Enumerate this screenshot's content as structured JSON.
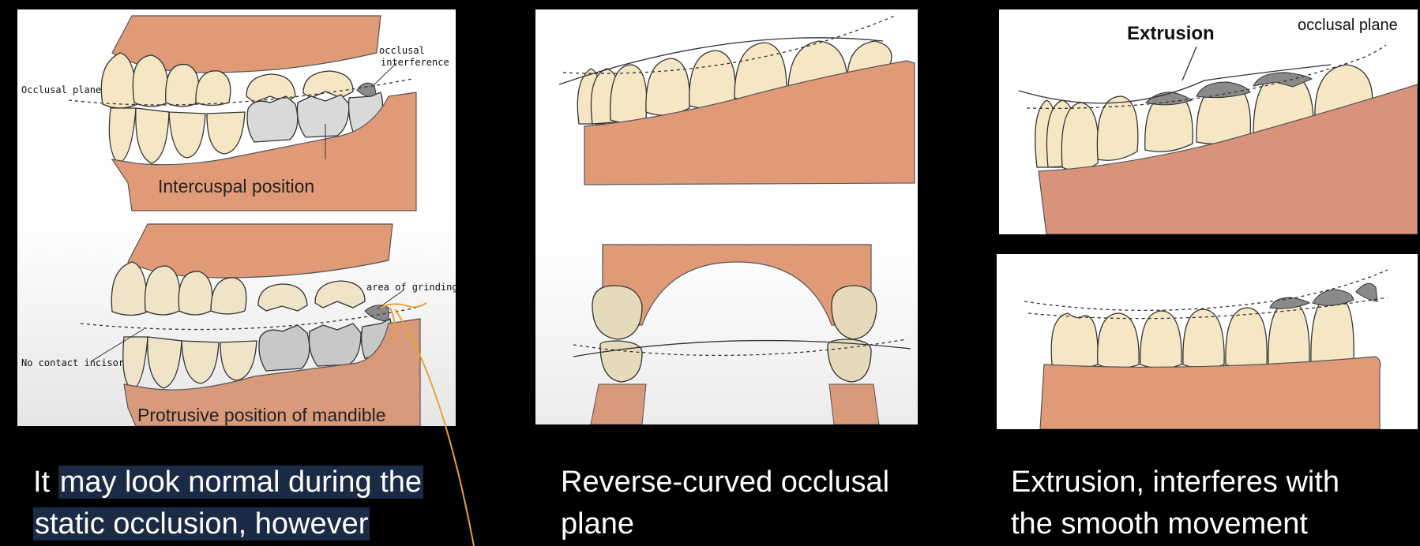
{
  "panel1": {
    "occlusal_plane": "Occlusal plane",
    "occlusal_interference_line1": "occlusal",
    "occlusal_interference_line2": "interference",
    "intercuspal_position": "Intercuspal position",
    "area_of_grinding": "area of grinding",
    "no_contact_incisor": "No contact incisor",
    "protrusive_position": "Protrusive position of mandible"
  },
  "panel3": {
    "extrusion": "Extrusion",
    "occlusal_plane": "occlusal plane"
  },
  "captions": {
    "left_plain": "It ",
    "left_highlight_1": "may look normal during the",
    "left_highlight_2": "static occlusion, however",
    "middle_line1": "Reverse-curved occlusal",
    "middle_line2": "plane",
    "right_line1": "Extrusion, interferes with",
    "right_line2": "the smooth movement"
  },
  "colors": {
    "gum": "#e09a78",
    "tooth": "#f5e6c4",
    "tooth_gray": "#d9d9d9",
    "interference": "#8a8a8a",
    "highlight": "#1b2b46",
    "pointer": "#e8a33a"
  }
}
